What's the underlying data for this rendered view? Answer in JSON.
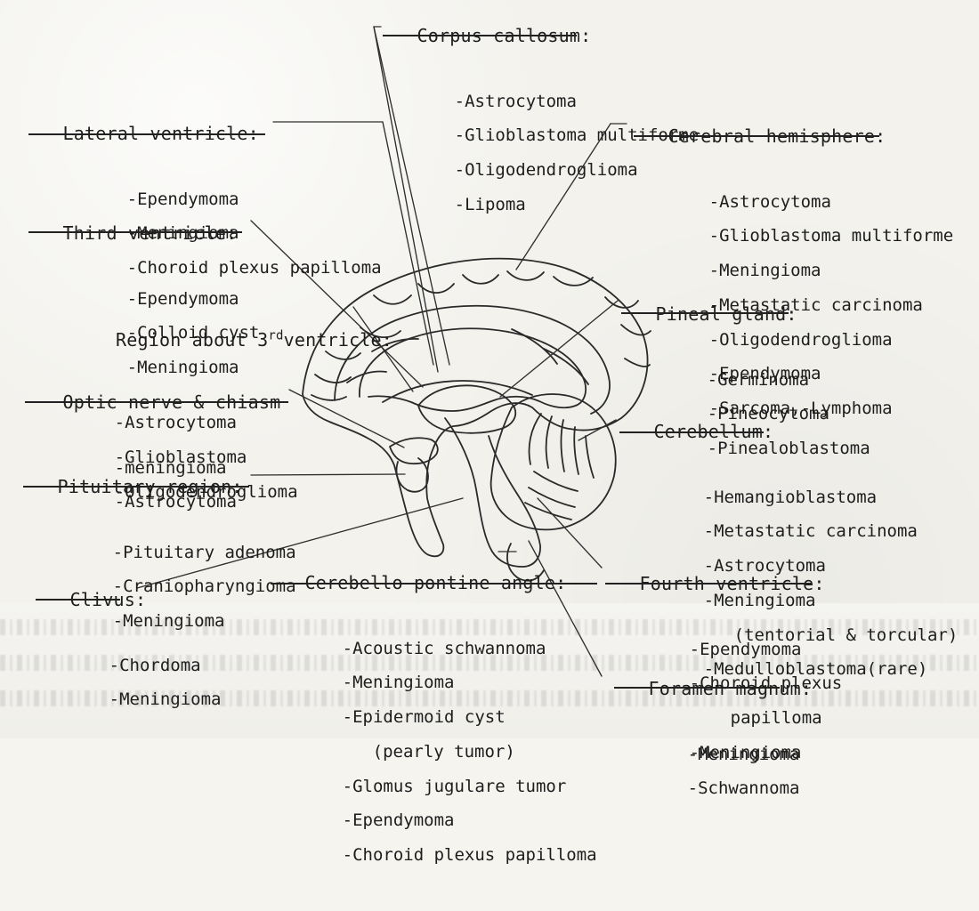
{
  "blocks": {
    "corpus_callosum": {
      "title": "Corpus callosum:",
      "items": [
        "-Astrocytoma",
        "-Glioblastoma multiforme",
        "-Oligodendroglioma",
        "-Lipoma"
      ]
    },
    "lateral_ventricle": {
      "title": "Lateral ventricle:",
      "items": [
        "-Ependymoma",
        "-Meningioma",
        "-Choroid plexus papilloma"
      ]
    },
    "third_ventricle": {
      "title": "Third ventricle:",
      "items": [
        "-Ependymoma",
        "-Colloid cyst",
        "-Meningioma"
      ]
    },
    "region_about_third": {
      "title_prefix": "Region about 3",
      "title_sup": "rd",
      "title_suffix": "ventricle:",
      "items": [
        "-Astrocytoma",
        "-Glioblastoma",
        "-Oligodendroglioma"
      ]
    },
    "optic_nerve": {
      "title": "Optic nerve & chiasm",
      "items": [
        "-meningioma",
        "-Astrocytoma"
      ]
    },
    "pituitary_region": {
      "title": "Pituitary region:",
      "items": [
        "-Pituitary adenoma",
        "-Craniopharyngioma",
        "-Meningioma"
      ]
    },
    "clivus": {
      "title": "Clivus:",
      "items": [
        "-Chordoma",
        "-Meningioma"
      ]
    },
    "cerebral_hemisphere": {
      "title": "Cerebral hemisphere:",
      "items": [
        "-Astrocytoma",
        "-Glioblastoma multiforme",
        "-Meningioma",
        "-Metastatic carcinoma",
        "-Oligodendroglioma",
        "-Ependymoma",
        "-Sarcoma,-Lymphoma"
      ]
    },
    "pineal_gland": {
      "title": "Pineal gland:",
      "items": [
        "-Germinoma",
        "-Pineocytoma",
        "-Pinealoblastoma"
      ]
    },
    "cerebellum": {
      "title": "Cerebellum:",
      "items": [
        "-Hemangioblastoma",
        "-Metastatic carcinoma",
        "-Astrocytoma",
        "-Meningioma",
        "(tentorial & torcular)",
        "-Medulloblastoma(rare)"
      ]
    },
    "cerebello_pontine_angle": {
      "title": "Cerebello-pontine angle:",
      "items": [
        "-Acoustic schwannoma",
        "-Meningioma",
        "-Epidermoid cyst",
        "(pearly tumor)",
        "-Glomus jugulare tumor",
        "-Ependymoma",
        "-Choroid plexus papilloma"
      ]
    },
    "fourth_ventricle": {
      "title": "Fourth ventricle:",
      "items": [
        "-Ependymoma",
        "-Choroid plexus",
        "papilloma",
        "-Meningioma"
      ]
    },
    "foramen_magnum": {
      "title": "Foramen magnum:",
      "items": [
        "-Meningioma",
        "-Schwannoma"
      ]
    }
  }
}
